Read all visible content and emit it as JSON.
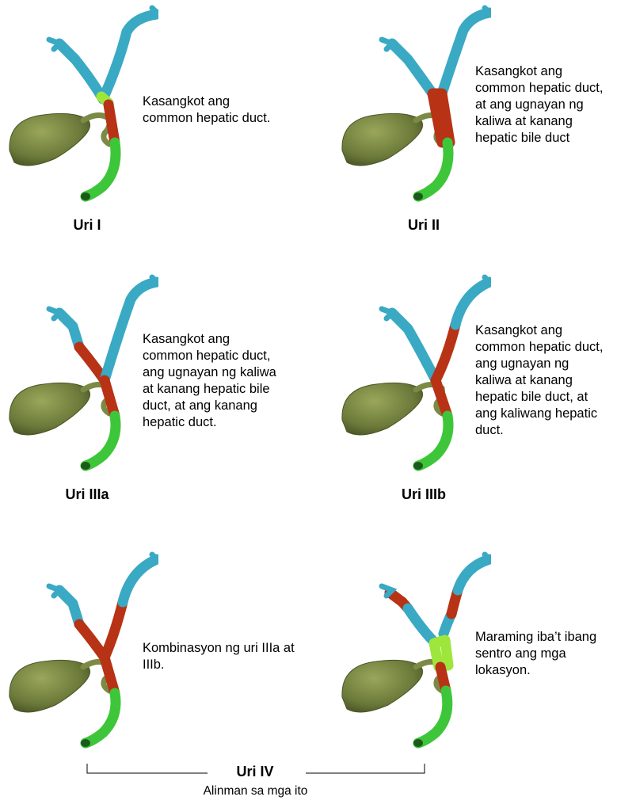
{
  "panels": [
    {
      "label": "Uri I",
      "text": "Kasangkot ang\ncommon hepatic duct."
    },
    {
      "label": "Uri II",
      "text": "Kasangkot ang\ncommon hepatic duct,\nat ang ugnayan ng\nkaliwa at kanang\nhepatic bile duct"
    },
    {
      "label": "Uri IIIa",
      "text": "Kasangkot ang\ncommon hepatic duct,\nang ugnayan ng kaliwa\nat kanang hepatic bile\nduct, at ang kanang\nhepatic duct."
    },
    {
      "label": "Uri IIIb",
      "text": "Kasangkot ang\ncommon hepatic duct,\nang ugnayan ng\nkaliwa at kanang\nhepatic bile duct, at\nang kaliwang hepatic\nduct."
    },
    {
      "text": "Kombinasyon ng uri IIIa at\nIIIb."
    },
    {
      "text": "Maraming iba’t ibang\nsentro ang mga\nlokasyon."
    }
  ],
  "group": {
    "label": "Uri IV",
    "sub": "Alinman sa mga ito"
  },
  "colors": {
    "duct_blue": "#3aa9c4",
    "tumor_red": "#b83216",
    "common_green": "#3ec63a",
    "junction_lime": "#9ee63c",
    "gallbladder": "#6b7a3a"
  }
}
